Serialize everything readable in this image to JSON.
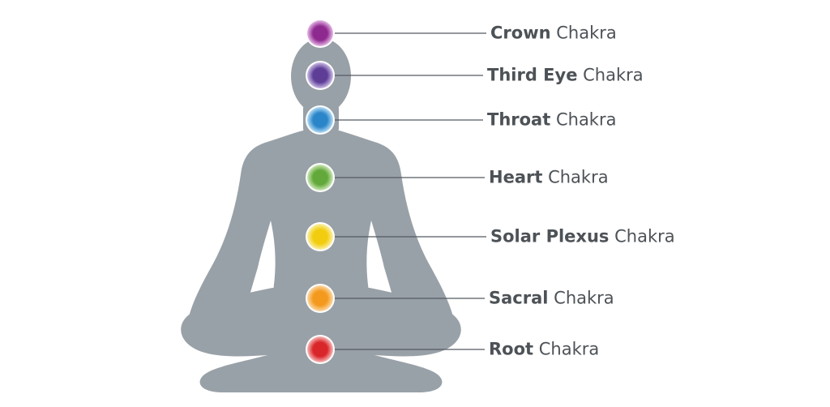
{
  "figure": {
    "silhouette_color": "#99a1a8",
    "label_color": "#4d5257",
    "suffix": "Chakra"
  },
  "chakras": [
    {
      "name": "Crown",
      "suffix": "Chakra",
      "color": "#8e2a8f",
      "glow": "#e7b8e8"
    },
    {
      "name": "Third Eye",
      "suffix": "Chakra",
      "color": "#5e3d97",
      "glow": "#cbbde6"
    },
    {
      "name": "Throat",
      "suffix": "Chakra",
      "color": "#2b86c9",
      "glow": "#b6dcf5"
    },
    {
      "name": "Heart",
      "suffix": "Chakra",
      "color": "#62a83a",
      "glow": "#cde8b8"
    },
    {
      "name": "Solar Plexus",
      "suffix": "Chakra",
      "color": "#f2cd0f",
      "glow": "#fbf0a8"
    },
    {
      "name": "Sacral",
      "suffix": "Chakra",
      "color": "#f39a1e",
      "glow": "#fcd9a6"
    },
    {
      "name": "Root",
      "suffix": "Chakra",
      "color": "#d9262a",
      "glow": "#f7b9b9"
    }
  ]
}
